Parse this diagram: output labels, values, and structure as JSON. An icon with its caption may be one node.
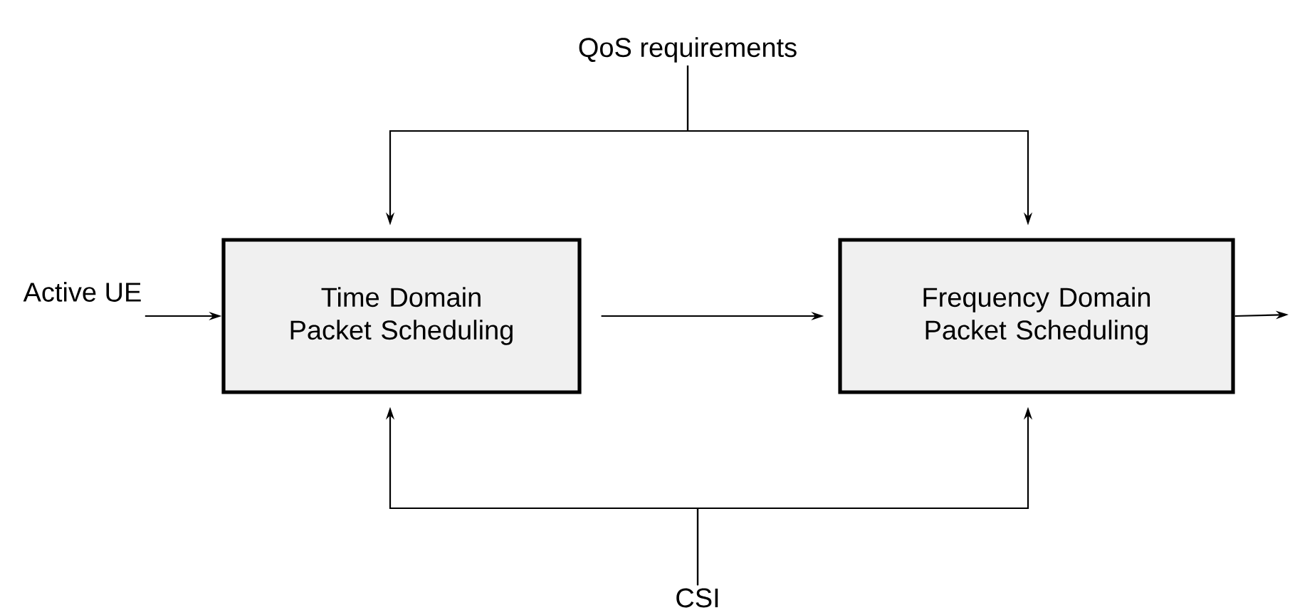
{
  "diagram": {
    "nodes": [
      {
        "text": [
          "QoS requirements"
        ]
      },
      {
        "text": [
          "Active UE"
        ]
      },
      {
        "text": [
          "Time Domain Packet Scheduling"
        ]
      },
      {
        "text": [
          "Frequency Domain Packet Scheduling"
        ]
      },
      {
        "text": [
          "CSI"
        ]
      }
    ],
    "edges": [
      {
        "from": 0,
        "to": 2,
        "arrow": "to"
      },
      {
        "from": 0,
        "to": 3,
        "arrow": "to"
      },
      {
        "from": 1,
        "to": 2,
        "arrow": "to"
      },
      {
        "from": 2,
        "to": 3,
        "arrow": "to"
      },
      {
        "from": 3,
        "to": null,
        "arrow": "to"
      },
      {
        "from": 4,
        "to": 2,
        "arrow": "to"
      },
      {
        "from": 4,
        "to": 3,
        "arrow": "to"
      }
    ]
  }
}
